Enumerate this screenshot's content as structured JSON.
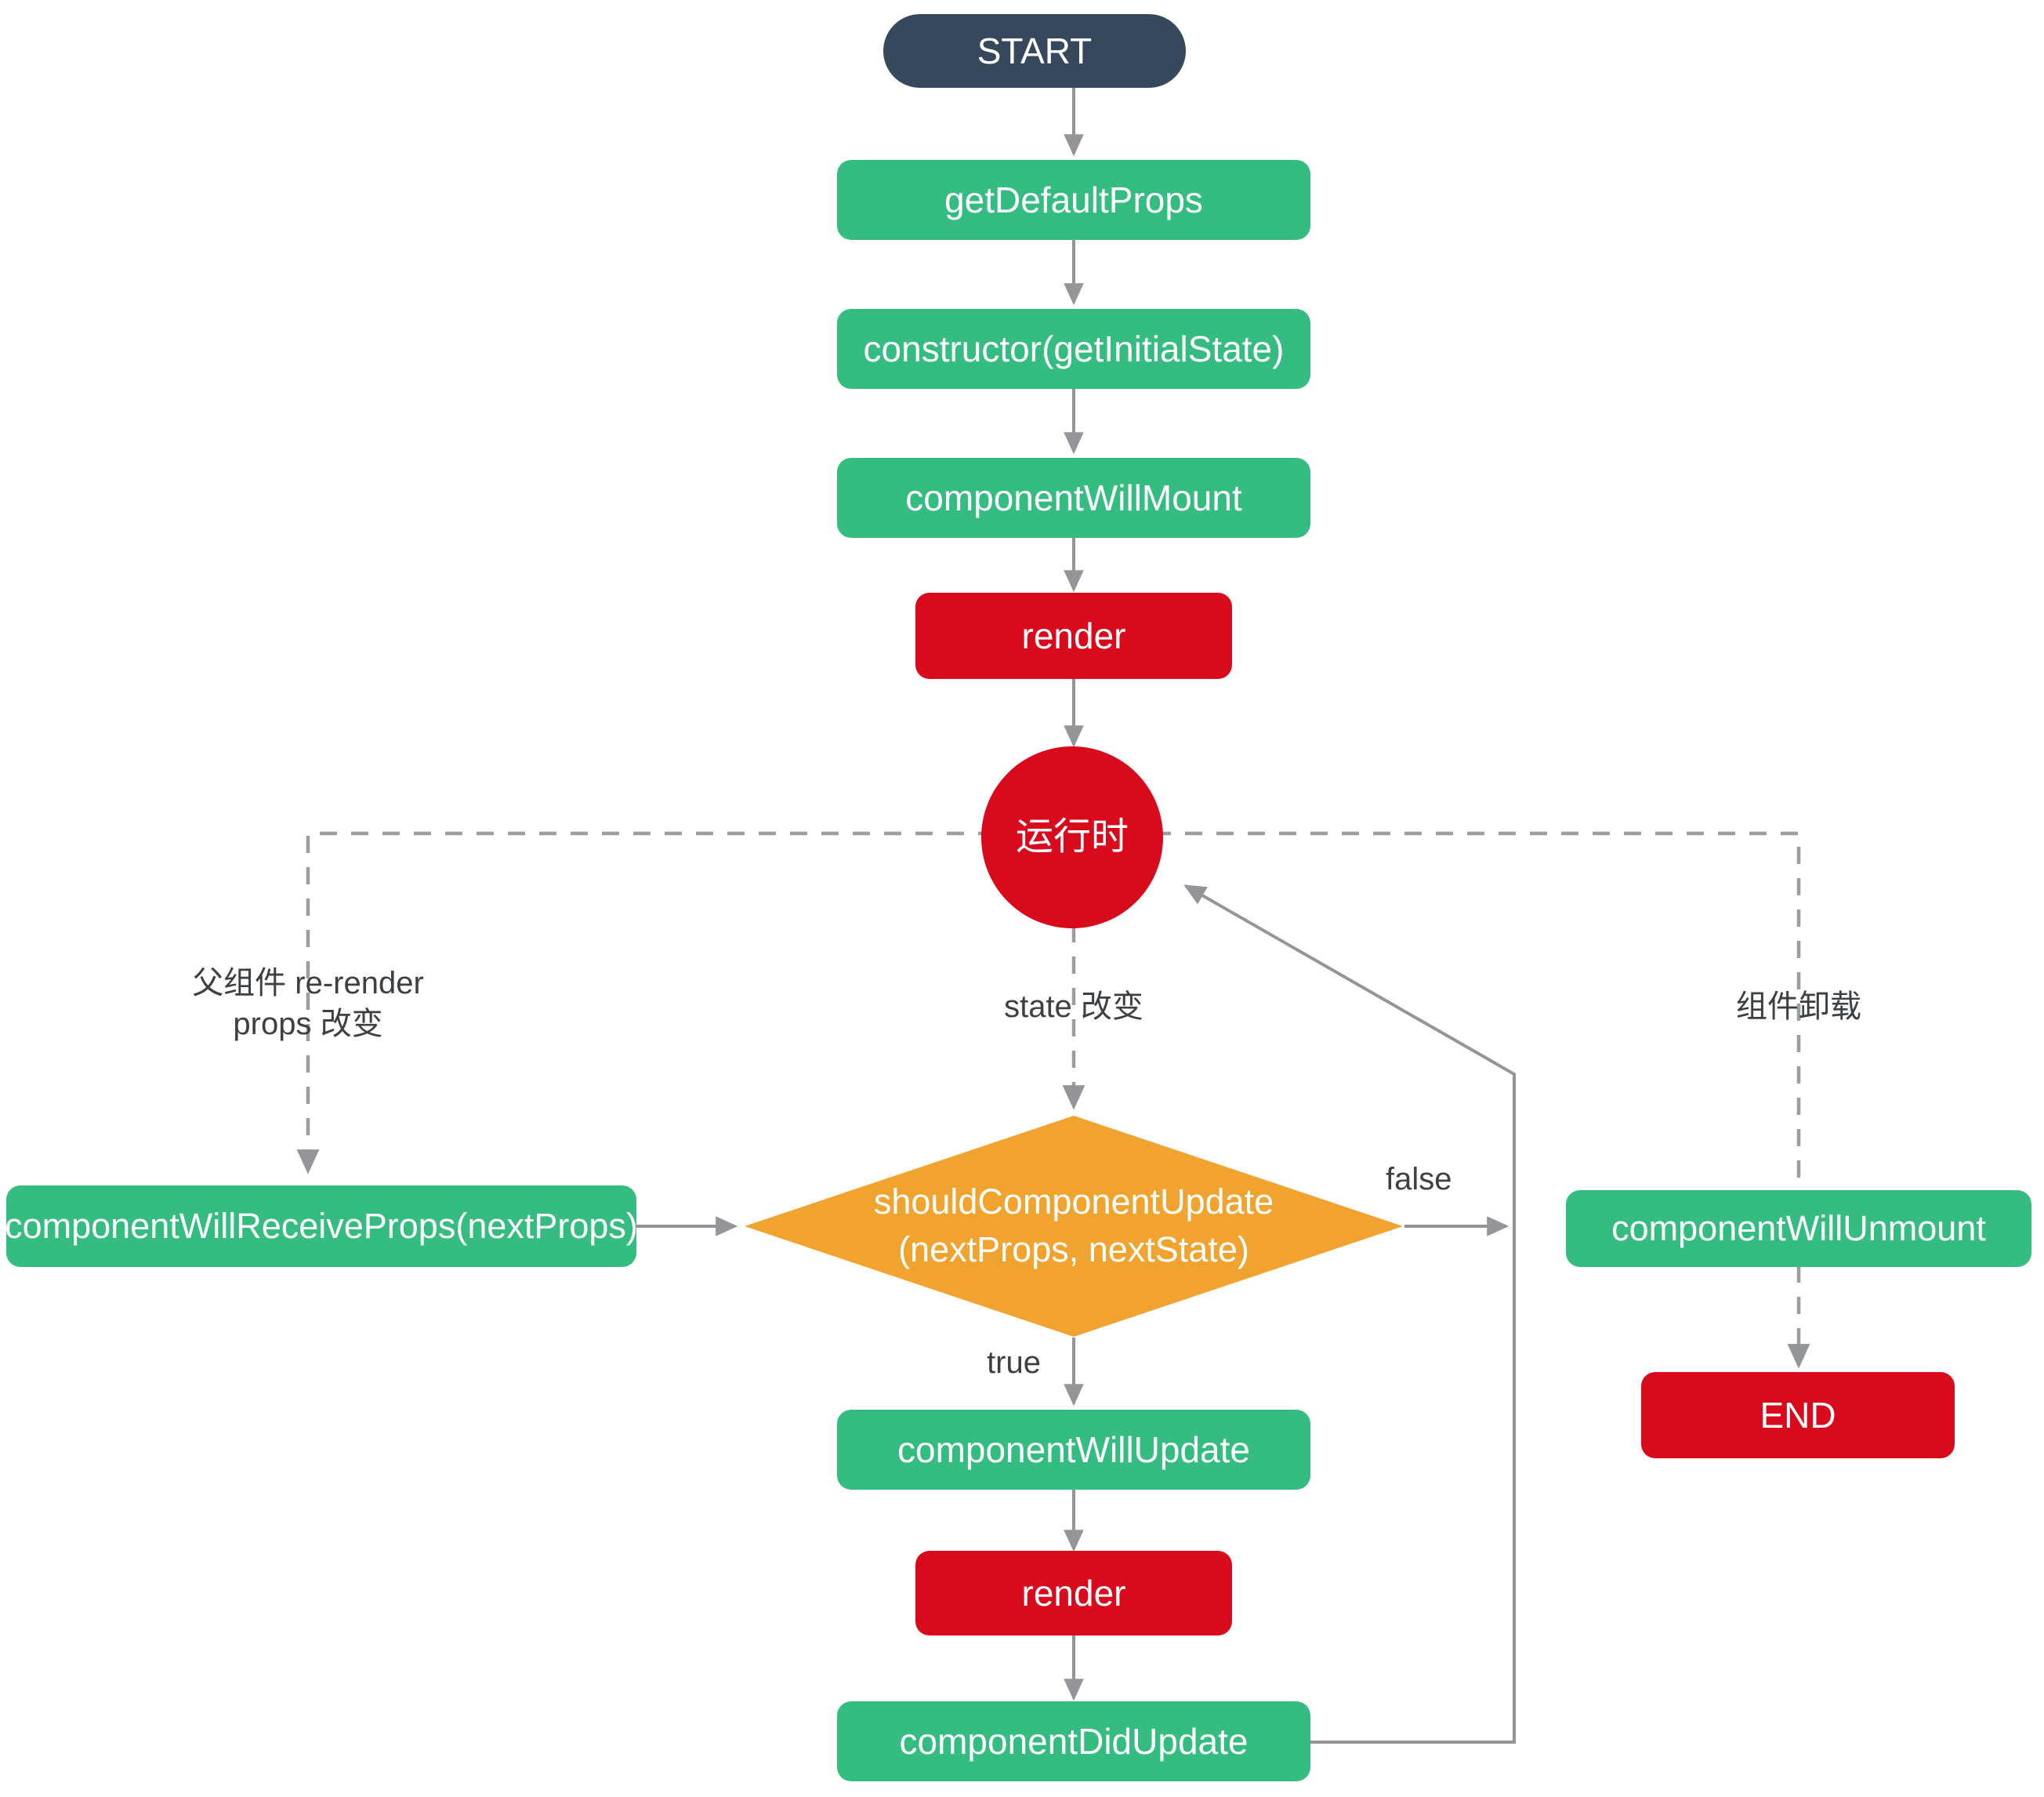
{
  "diagram": {
    "title": "React Component Lifecycle",
    "colors": {
      "green": "#34BC81",
      "red": "#D80A1C",
      "dark_slate": "#36495C",
      "orange": "#F0A32E",
      "edge_gray": "#939598",
      "label_text": "#3c4043",
      "background": "#ffffff"
    },
    "nodes": {
      "start": {
        "label": "START",
        "shape": "pill",
        "color": "dark"
      },
      "get_default_props": {
        "label": "getDefaultProps",
        "shape": "rounded",
        "color": "green"
      },
      "constructor": {
        "label": "constructor(getInitialState)",
        "shape": "rounded",
        "color": "green"
      },
      "component_will_mount": {
        "label": "componentWillMount",
        "shape": "rounded",
        "color": "green"
      },
      "render_mount": {
        "label": "render",
        "shape": "rounded",
        "color": "red"
      },
      "runtime": {
        "label": "运行时",
        "shape": "circle",
        "color": "red"
      },
      "component_will_receive_props": {
        "label": "componentWillReceiveProps(nextProps)",
        "shape": "rounded",
        "color": "green"
      },
      "should_component_update": {
        "label": "shouldComponentUpdate\n(nextProps, nextState)",
        "shape": "diamond",
        "color": "orange"
      },
      "component_will_update": {
        "label": "componentWillUpdate",
        "shape": "rounded",
        "color": "green"
      },
      "render_update": {
        "label": "render",
        "shape": "rounded",
        "color": "red"
      },
      "component_did_update": {
        "label": "componentDidUpdate",
        "shape": "rounded",
        "color": "green"
      },
      "component_will_unmount": {
        "label": "componentWillUnmount",
        "shape": "rounded",
        "color": "green"
      },
      "end": {
        "label": "END",
        "shape": "rounded",
        "color": "red"
      }
    },
    "edge_labels": {
      "parent_rerender": "父组件 re-render\nprops 改变",
      "state_change": "state 改变",
      "component_unmount": "组件卸载",
      "branch_false": "false",
      "branch_true": "true"
    }
  }
}
